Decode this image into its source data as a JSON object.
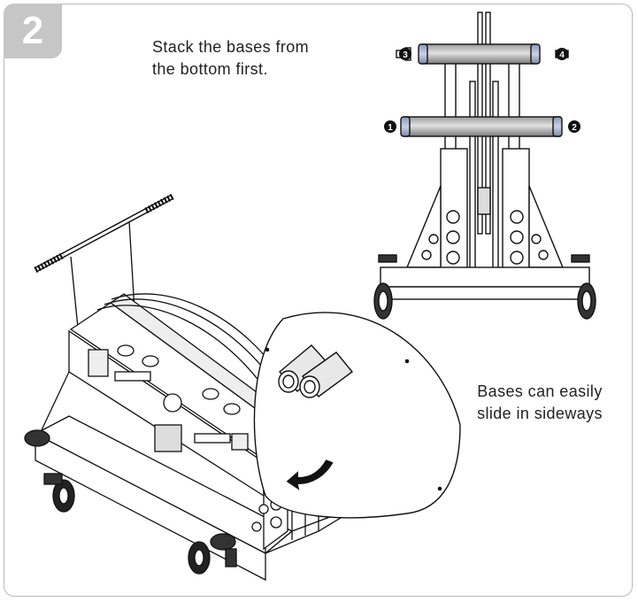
{
  "step": {
    "number": "2"
  },
  "instructions": {
    "line1": "Stack the bases from",
    "line2": "the bottom first.",
    "side_line1": "Bases can easily",
    "side_line2": "slide in sideways"
  },
  "callouts": [
    "1",
    "2",
    "3",
    "4"
  ],
  "colors": {
    "badge": "#c6c6c6",
    "frame": "#b9b9b9",
    "ink": "#111111"
  }
}
